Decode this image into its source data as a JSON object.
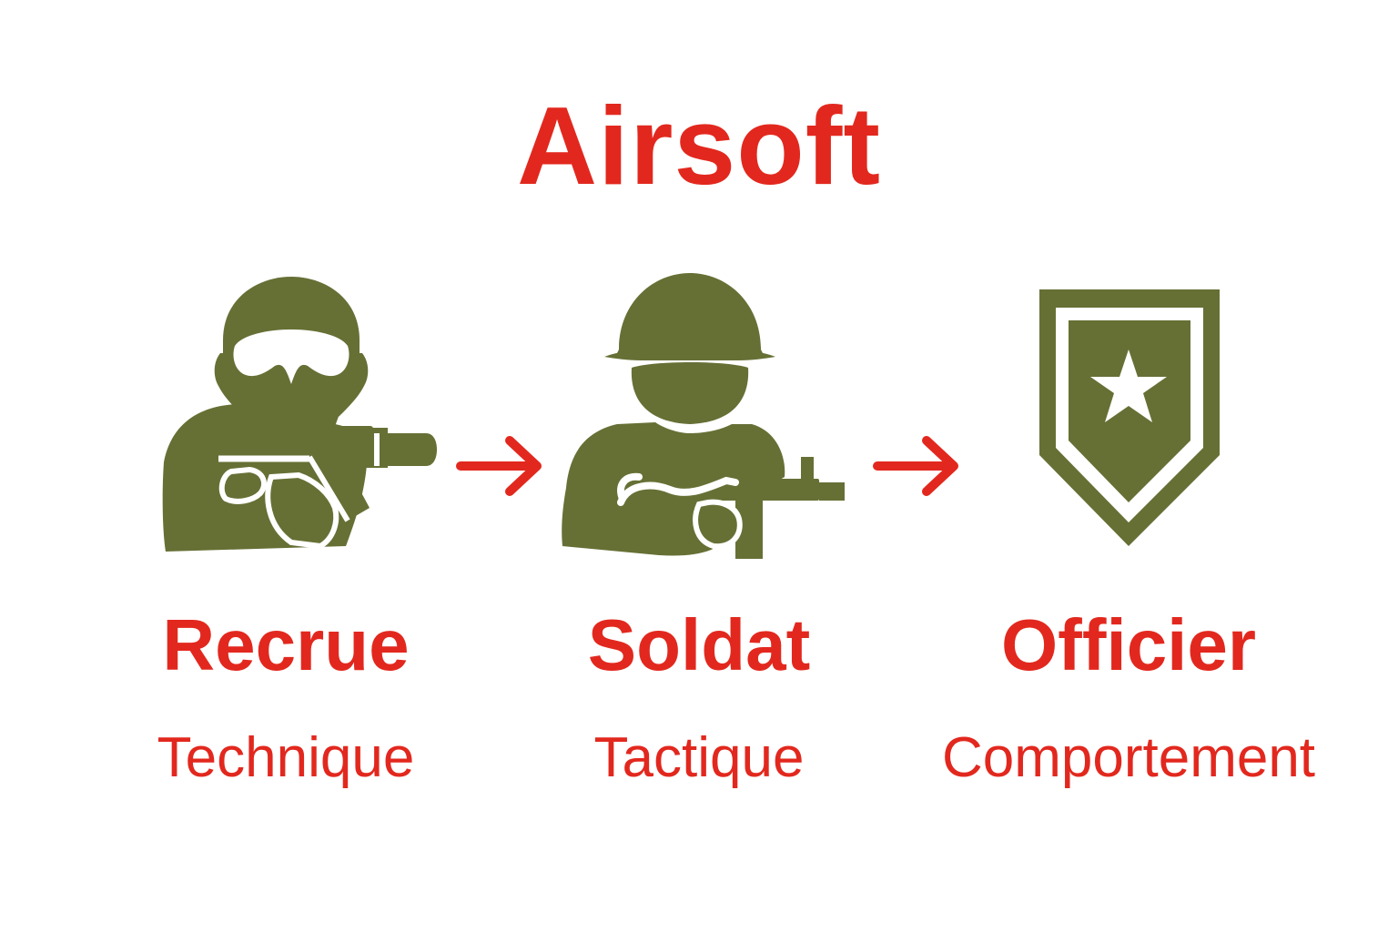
{
  "title": "Airsoft",
  "colors": {
    "accent": "#e2281e",
    "icon": "#667035",
    "background": "#ffffff"
  },
  "stages": [
    {
      "name": "Recrue",
      "skill": "Technique",
      "icon": "masked-soldier-with-rifle-icon"
    },
    {
      "name": "Soldat",
      "skill": "Tactique",
      "icon": "helmeted-soldier-with-rifle-icon"
    },
    {
      "name": "Officier",
      "skill": "Comportement",
      "icon": "shield-star-icon"
    }
  ],
  "connectors": [
    "arrow-right-icon",
    "arrow-right-icon"
  ]
}
